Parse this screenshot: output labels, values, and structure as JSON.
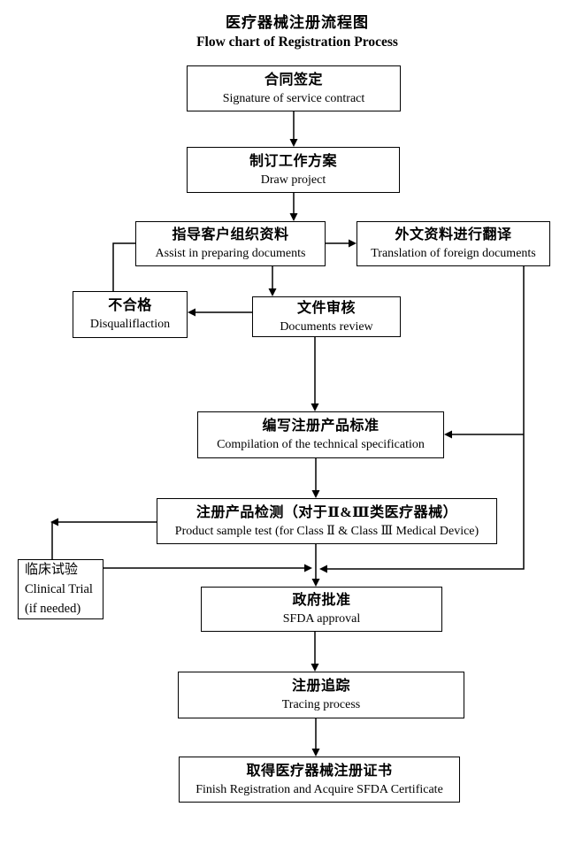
{
  "title": {
    "cn": "医疗器械注册流程图",
    "en": "Flow chart of Registration Process"
  },
  "nodes": [
    {
      "id": "contract",
      "cn": "合同签定",
      "en": "Signature of service contract"
    },
    {
      "id": "project",
      "cn": "制订工作方案",
      "en": "Draw project"
    },
    {
      "id": "prepare",
      "cn": "指导客户组织资料",
      "en": "Assist in preparing documents"
    },
    {
      "id": "translation",
      "cn": "外文资料进行翻译",
      "en": "Translation of foreign documents"
    },
    {
      "id": "disqualification",
      "cn": "不合格",
      "en": "Disqualiflaction"
    },
    {
      "id": "review",
      "cn": "文件审核",
      "en": "Documents review"
    },
    {
      "id": "specification",
      "cn": "编写注册产品标准",
      "en": "Compilation of the technical specification"
    },
    {
      "id": "sample-test",
      "cn": "注册产品检测（对于Ⅱ&Ⅲ类医疗器械）",
      "en": "Product sample test (for Class Ⅱ & Class Ⅲ Medical Device)"
    },
    {
      "id": "clinical-trial",
      "cn": "临床试验",
      "en": "Clinical Trial",
      "en2": "(if needed)"
    },
    {
      "id": "approval",
      "cn": "政府批准",
      "en": "SFDA approval"
    },
    {
      "id": "tracing",
      "cn": "注册追踪",
      "en": "Tracing process"
    },
    {
      "id": "certificate",
      "cn": "取得医疗器械注册证书",
      "en": "Finish Registration and Acquire SFDA Certificate"
    }
  ],
  "colors": {
    "line": "#000000",
    "box_border": "#000000",
    "background": "#ffffff"
  }
}
